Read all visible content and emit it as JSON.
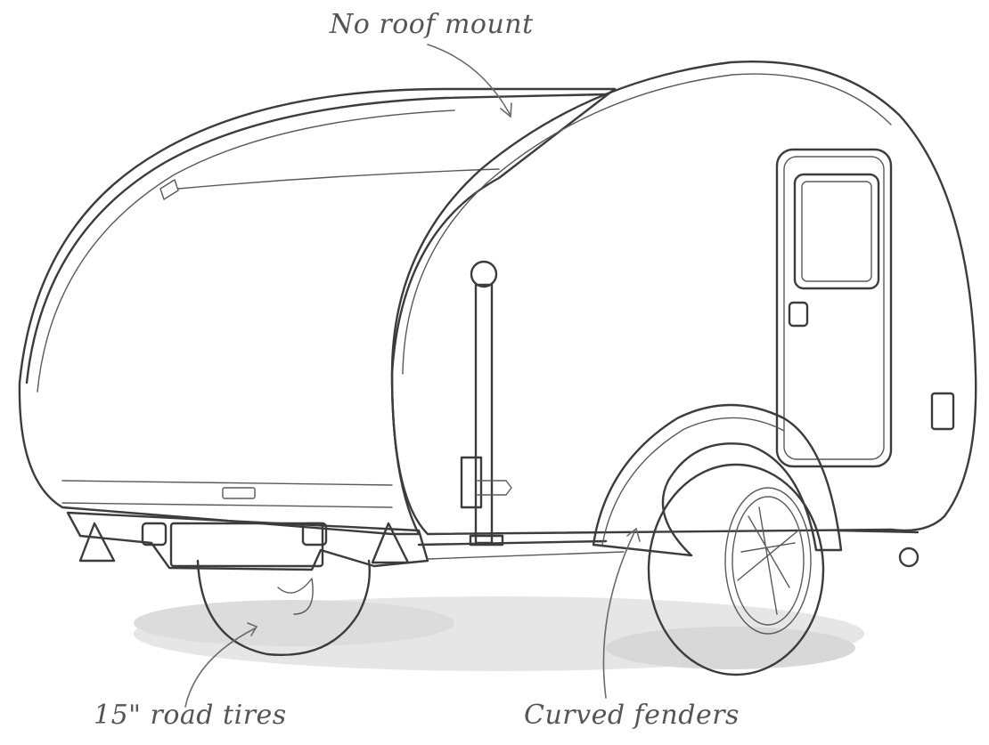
{
  "annotations": {
    "roof": "No roof mount",
    "tires": "15\" road tires",
    "fenders": "Curved fenders"
  },
  "colors": {
    "ink": "#3c3c3c",
    "shadow": "#d9d9d9",
    "label": "#555555"
  }
}
